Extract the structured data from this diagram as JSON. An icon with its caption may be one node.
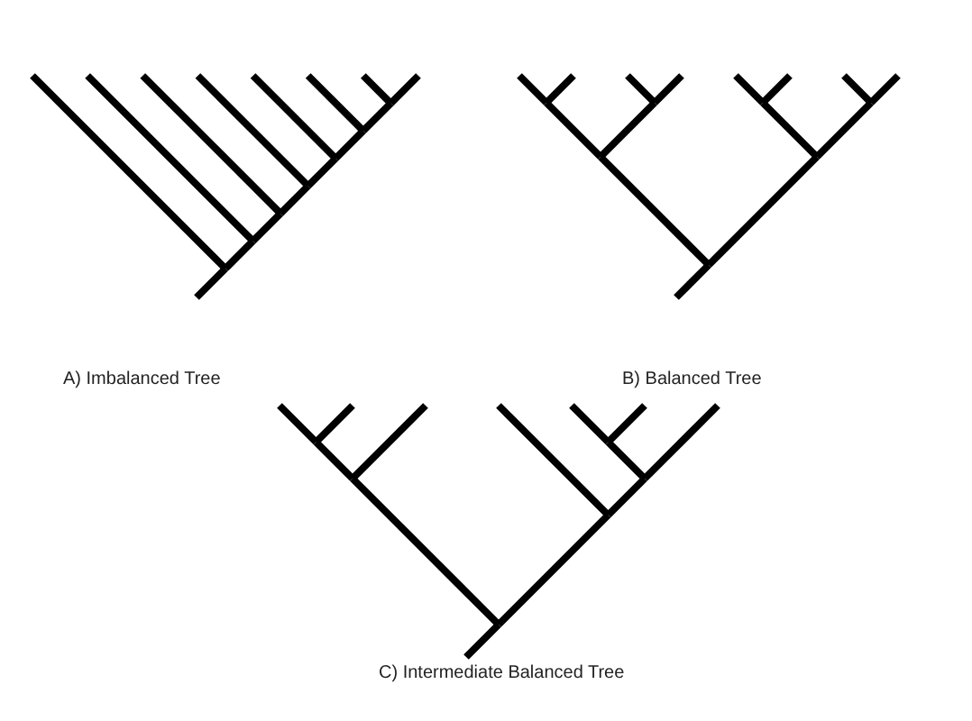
{
  "diagram": {
    "labels": [
      "A) Imbalanced Tree",
      "B) Balanced Tree",
      "C) Intermediate Balanced Tree"
    ]
  }
}
